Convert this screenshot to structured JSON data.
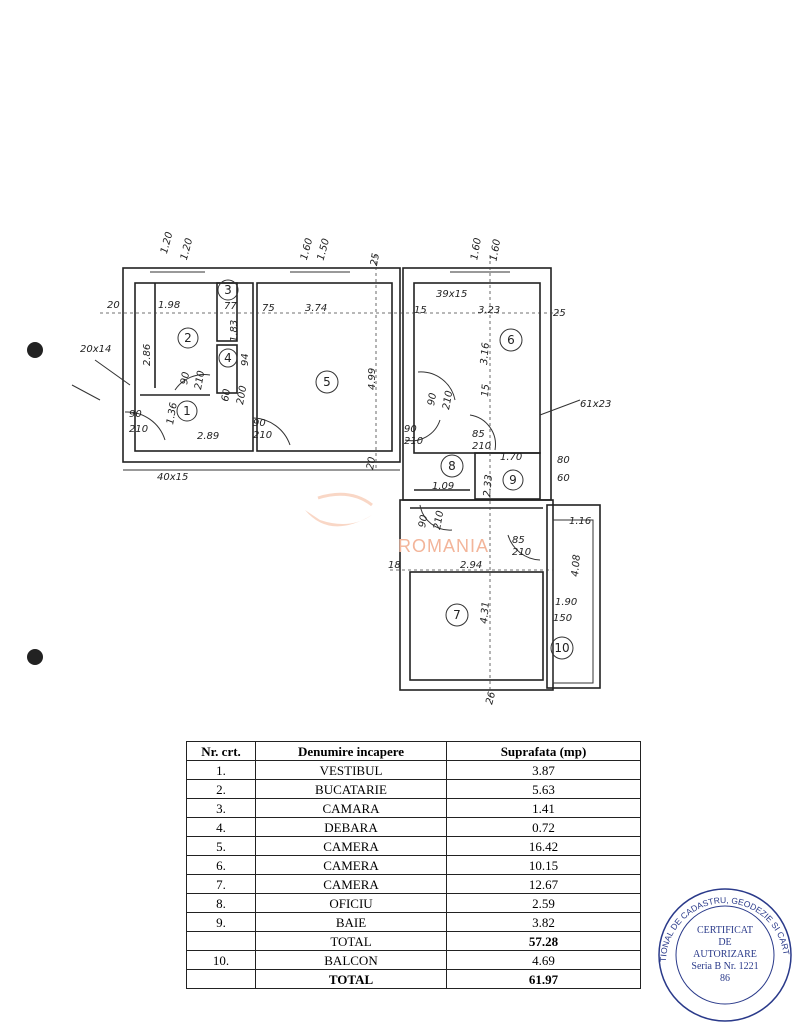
{
  "plan": {
    "rooms": [
      "1",
      "2",
      "3",
      "4",
      "5",
      "6",
      "7",
      "8",
      "9",
      "10"
    ],
    "dims": {
      "w_top1": "1.20",
      "w_top1b": "1.20",
      "w_top2": "1.60",
      "w_top2b": "1.50",
      "w_top3": "1.60",
      "w_top3b": "1.60",
      "t25a": "25",
      "t20a": "20",
      "t75": "75",
      "d198": "1.98",
      "d374": "3.74",
      "t77": "77",
      "d183": "1.83",
      "d286": "2.86",
      "d94": "94",
      "d499": "4.99",
      "vent1": "20x14",
      "door1a": "90",
      "door1b": "210",
      "d136": "1.36",
      "door2a": "90",
      "door2b": "210",
      "door3a": "60",
      "door3b": "200",
      "d289": "2.89",
      "door4a": "90",
      "door4b": "210",
      "t20b": "20",
      "vent2": "40x15",
      "vent3": "39x15",
      "t15": "15",
      "d323": "3.23",
      "t25b": "25",
      "d316": "3.16",
      "t15b": "15",
      "door5a": "90",
      "door5b": "210",
      "door6a": "90",
      "door6b": "210",
      "vent4": "61x23",
      "door7a": "85",
      "door7b": "210",
      "d109": "1.09",
      "d233": "2.33",
      "d170": "1.70",
      "w80": "80",
      "w60": "60",
      "door8a": "90",
      "door8b": "210",
      "d116": "1.16",
      "door9a": "85",
      "door9b": "210",
      "t18": "18",
      "d294": "2.94",
      "d408": "4.08",
      "d431": "4.31",
      "w190": "1.90",
      "w150": "150",
      "t26": "26"
    }
  },
  "watermark": "ROMANIA",
  "table": {
    "headers": [
      "Nr. crt.",
      "Denumire incapere",
      "Suprafata (mp)"
    ],
    "rows": [
      {
        "nr": "1.",
        "name": "VESTIBUL",
        "area": "3.87"
      },
      {
        "nr": "2.",
        "name": "BUCATARIE",
        "area": "5.63"
      },
      {
        "nr": "3.",
        "name": "CAMARA",
        "area": "1.41"
      },
      {
        "nr": "4.",
        "name": "DEBARA",
        "area": "0.72"
      },
      {
        "nr": "5.",
        "name": "CAMERA",
        "area": "16.42"
      },
      {
        "nr": "6.",
        "name": "CAMERA",
        "area": "10.15"
      },
      {
        "nr": "7.",
        "name": "CAMERA",
        "area": "12.67"
      },
      {
        "nr": "8.",
        "name": "OFICIU",
        "area": "2.59"
      },
      {
        "nr": "9.",
        "name": "BAIE",
        "area": "3.82"
      },
      {
        "nr": "",
        "name": "TOTAL",
        "area": "57.28"
      },
      {
        "nr": "10.",
        "name": "BALCON",
        "area": "4.69"
      },
      {
        "nr": "",
        "name": "TOTAL",
        "area": "61.97"
      }
    ]
  },
  "stamp": {
    "ring": "TIONAL DE CADASTRU, GEODEZIE SI CART",
    "line1": "CERTIFICAT",
    "line2": "DE",
    "line3": "AUTORIZARE",
    "line4": "Seria B Nr. 1221",
    "line5": "86"
  },
  "colors": {
    "ink": "#222222",
    "watermark": "#f3b59a",
    "stamp": "#2a3a8a"
  }
}
